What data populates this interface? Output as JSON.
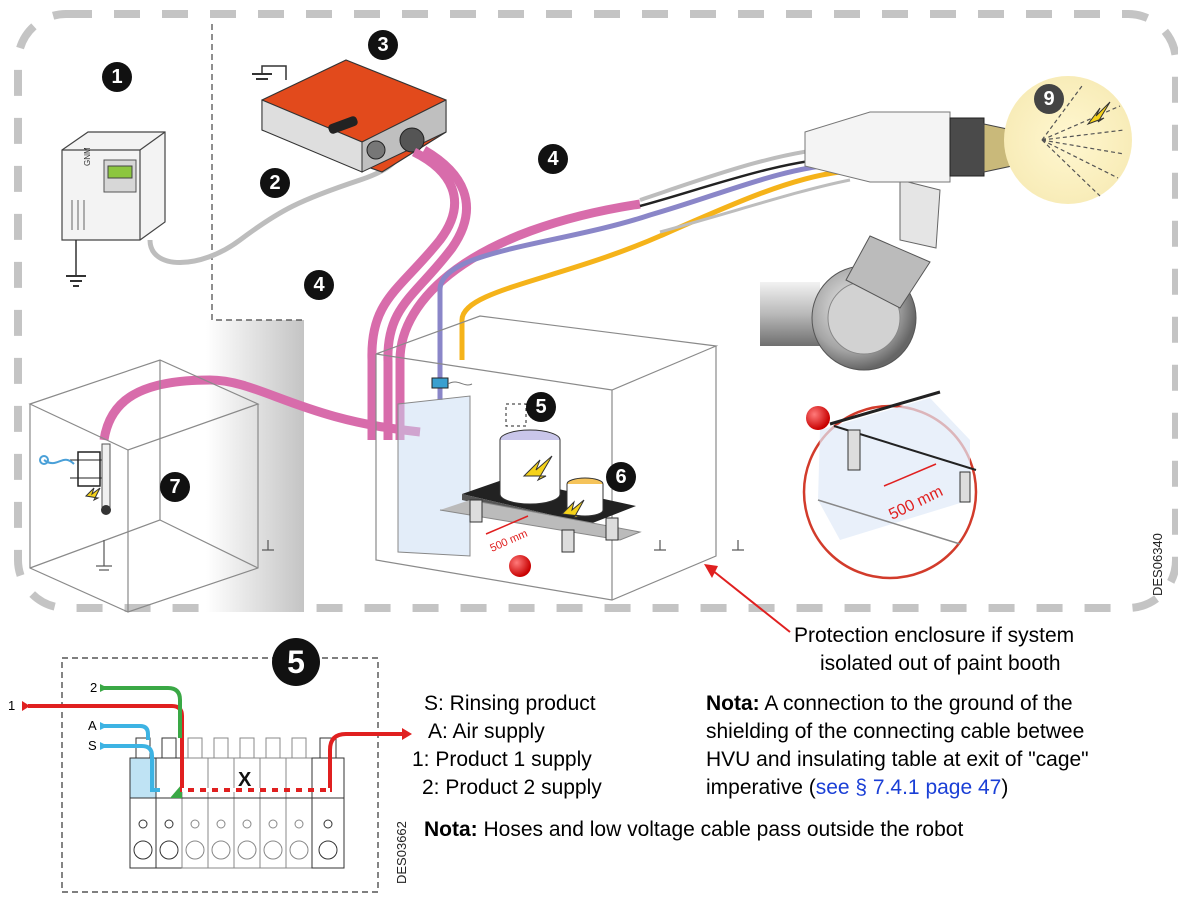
{
  "callouts": {
    "n1": "1",
    "n2": "2",
    "n3": "3",
    "n4a": "4",
    "n4b": "4",
    "n5": "5",
    "n6": "6",
    "n7": "7",
    "n9": "9",
    "inset_n5": "5"
  },
  "labels": {
    "distance_main": "500 mm",
    "distance_detail": "500 mm",
    "controller_brand": "GNM",
    "valve_x": "X"
  },
  "protection_note": {
    "line1": "Protection enclosure if system",
    "line2": "isolated out of paint booth"
  },
  "legend": {
    "s": "S: Rinsing product",
    "a": "A: Air supply",
    "p1": "1: Product 1 supply",
    "p2": "2: Product 2 supply"
  },
  "valve_inputs": {
    "in2": "2",
    "in1": "1",
    "inA": "A",
    "inS": "S"
  },
  "nota1": {
    "label": "Nota:",
    "line1": " A connection to the ground  of the",
    "line2": "shielding of the connecting cable betwee",
    "line3": "HVU and insulating table at exit of \"cage\"",
    "line4_pre": "imperative (",
    "link": "see § 7.4.1 page 47",
    "line4_post": ")"
  },
  "nota2": {
    "label": "Nota:",
    "text": " Hoses and low voltage cable pass outside the robot"
  },
  "drawing_codes": {
    "main": "DES06340",
    "inset": "DES03662"
  },
  "colors": {
    "pink_hose": "#d86cab",
    "violet_hose": "#8a86c8",
    "yellow_hose": "#f5b31a",
    "grey_cable": "#bdbdbd",
    "orange_unit": "#e24a1c",
    "red_arrow": "#e02020",
    "green_line": "#3aa845",
    "blue_line": "#3db3e3",
    "link": "#1a3fd6"
  }
}
